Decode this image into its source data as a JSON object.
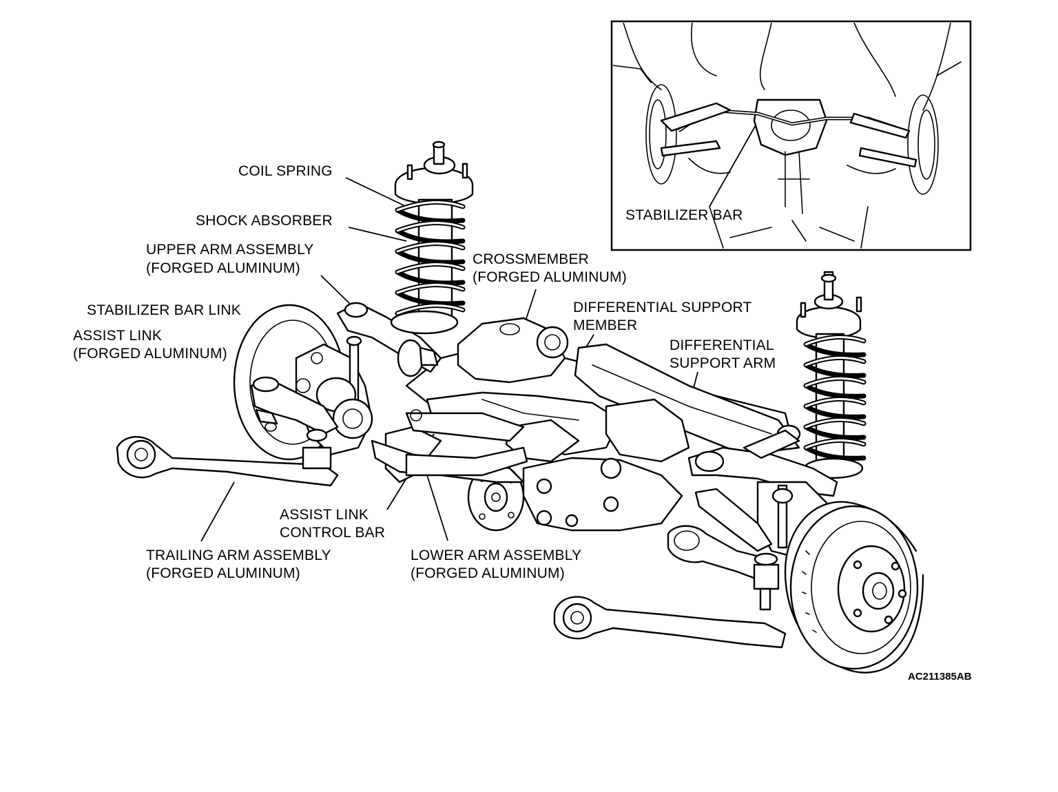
{
  "labels": {
    "coil_spring": "COIL SPRING",
    "shock_absorber": "SHOCK ABSORBER",
    "upper_arm_1": "UPPER ARM ASSEMBLY",
    "upper_arm_2": "(FORGED ALUMINUM)",
    "stabilizer_bar_link": "STABILIZER BAR LINK",
    "assist_link_1": "ASSIST LINK",
    "assist_link_2": "(FORGED ALUMINUM)",
    "crossmember_1": "CROSSMEMBER",
    "crossmember_2": "(FORGED ALUMINUM)",
    "diff_support_member_1": "DIFFERENTIAL SUPPORT",
    "diff_support_member_2": "MEMBER",
    "diff_support_arm_1": "DIFFERENTIAL",
    "diff_support_arm_2": "SUPPORT ARM",
    "assist_control_1": "ASSIST LINK",
    "assist_control_2": "CONTROL BAR",
    "trailing_arm_1": "TRAILING ARM ASSEMBLY",
    "trailing_arm_2": "(FORGED ALUMINUM)",
    "lower_arm_1": "LOWER ARM ASSEMBLY",
    "lower_arm_2": "(FORGED ALUMINUM)"
  },
  "inset": {
    "stabilizer_bar": "STABILIZER BAR"
  },
  "figure_code": "AC211385AB"
}
